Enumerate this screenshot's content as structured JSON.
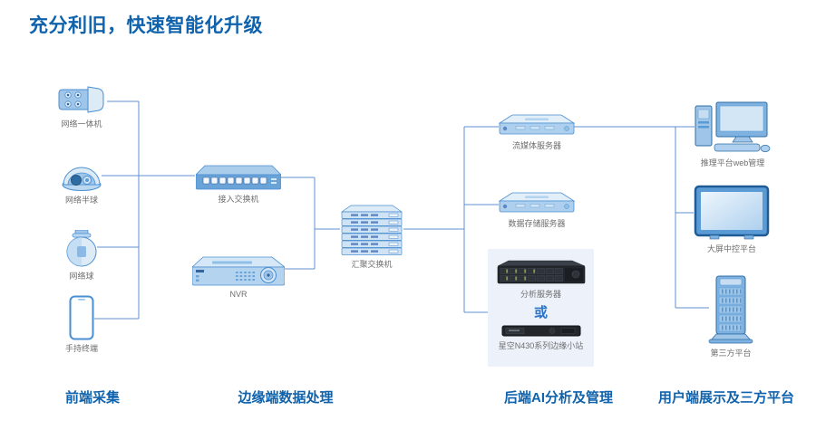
{
  "title": "充分利旧，快速智能化升级",
  "diagram": {
    "frontend": {
      "camera_bullet": "网络一体机",
      "camera_dome": "网络半球",
      "camera_ball": "网络球",
      "handheld": "手持终端"
    },
    "edge": {
      "access_switch": "接入交换机",
      "nvr": "NVR"
    },
    "core": {
      "agg_switch": "汇聚交换机"
    },
    "backend": {
      "media_server": "流媒体服务器",
      "storage_server": "数据存储服务器",
      "analysis_server": "分析服务器",
      "or_label": "或",
      "edge_station": "星空N430系列边缘小站"
    },
    "client": {
      "web_mgmt": "推理平台web管理",
      "big_screen": "大屏中控平台",
      "third_party": "第三方平台"
    }
  },
  "footer": {
    "frontend": "前端采集",
    "edge": "边缘端数据处理",
    "backend": "后端AI分析及管理",
    "client": "用户端展示及三方平台"
  },
  "colors": {
    "accent": "#0f62ac",
    "line": "#5f8fd0",
    "label_gray": "#6e6e6e"
  }
}
